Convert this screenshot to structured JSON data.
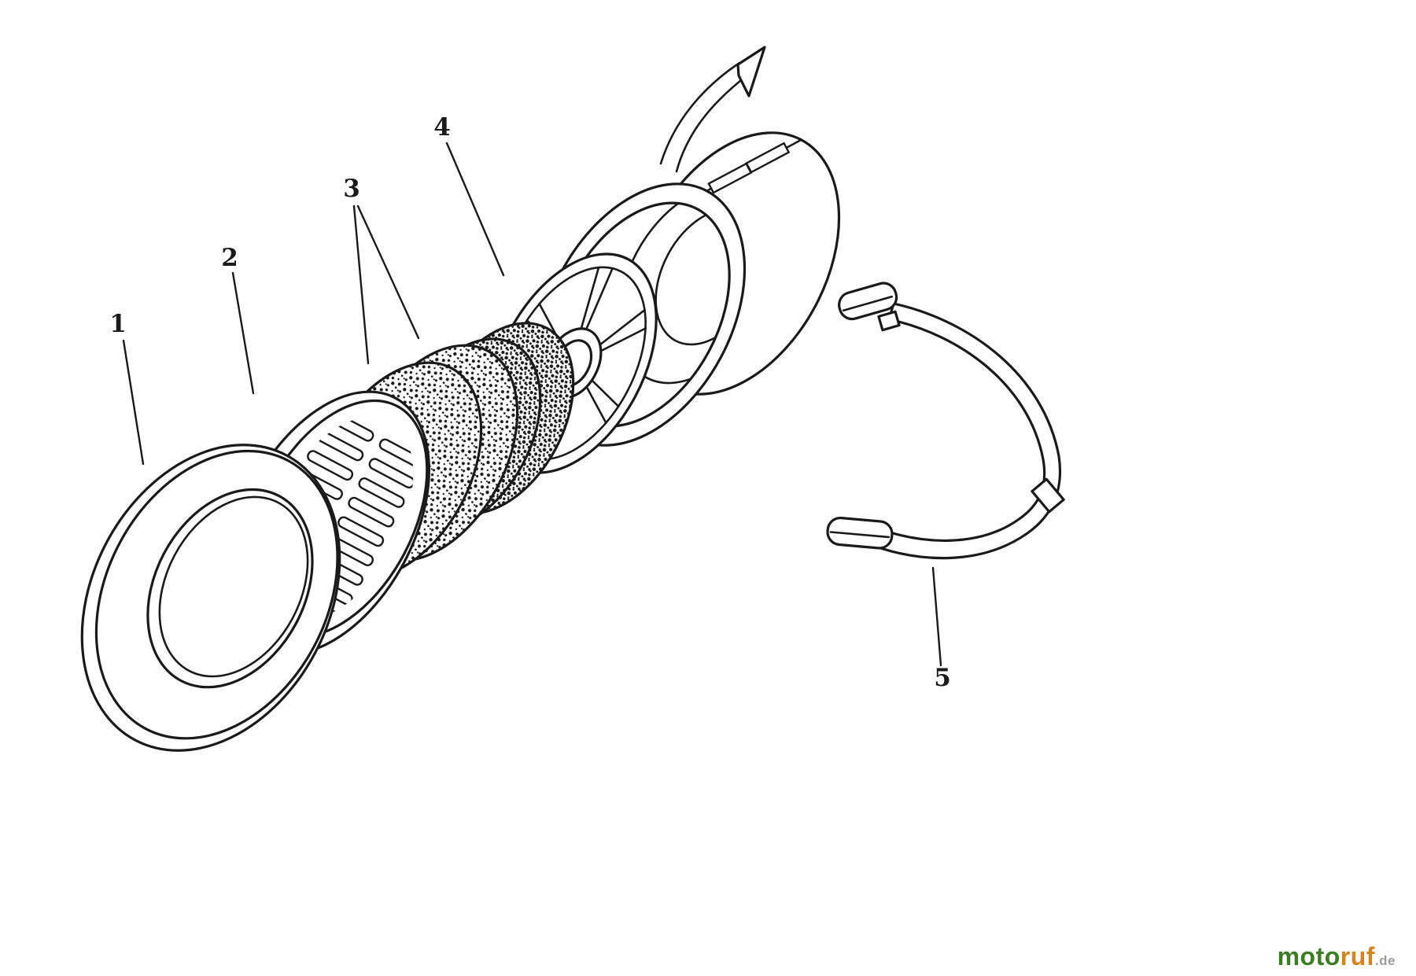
{
  "colors": {
    "ink": "#1a1a1a",
    "paper": "#ffffff",
    "brand_green": "#3a7d22",
    "brand_orange": "#d9821c",
    "brand_gray": "#9b9b9b"
  },
  "diagram": {
    "callouts": [
      {
        "label": "1"
      },
      {
        "label": "2"
      },
      {
        "label": "3"
      },
      {
        "label": "4"
      },
      {
        "label": "5"
      }
    ]
  },
  "watermark": {
    "text_primary": "moto",
    "text_secondary": "ruf",
    "suffix": ".de"
  }
}
